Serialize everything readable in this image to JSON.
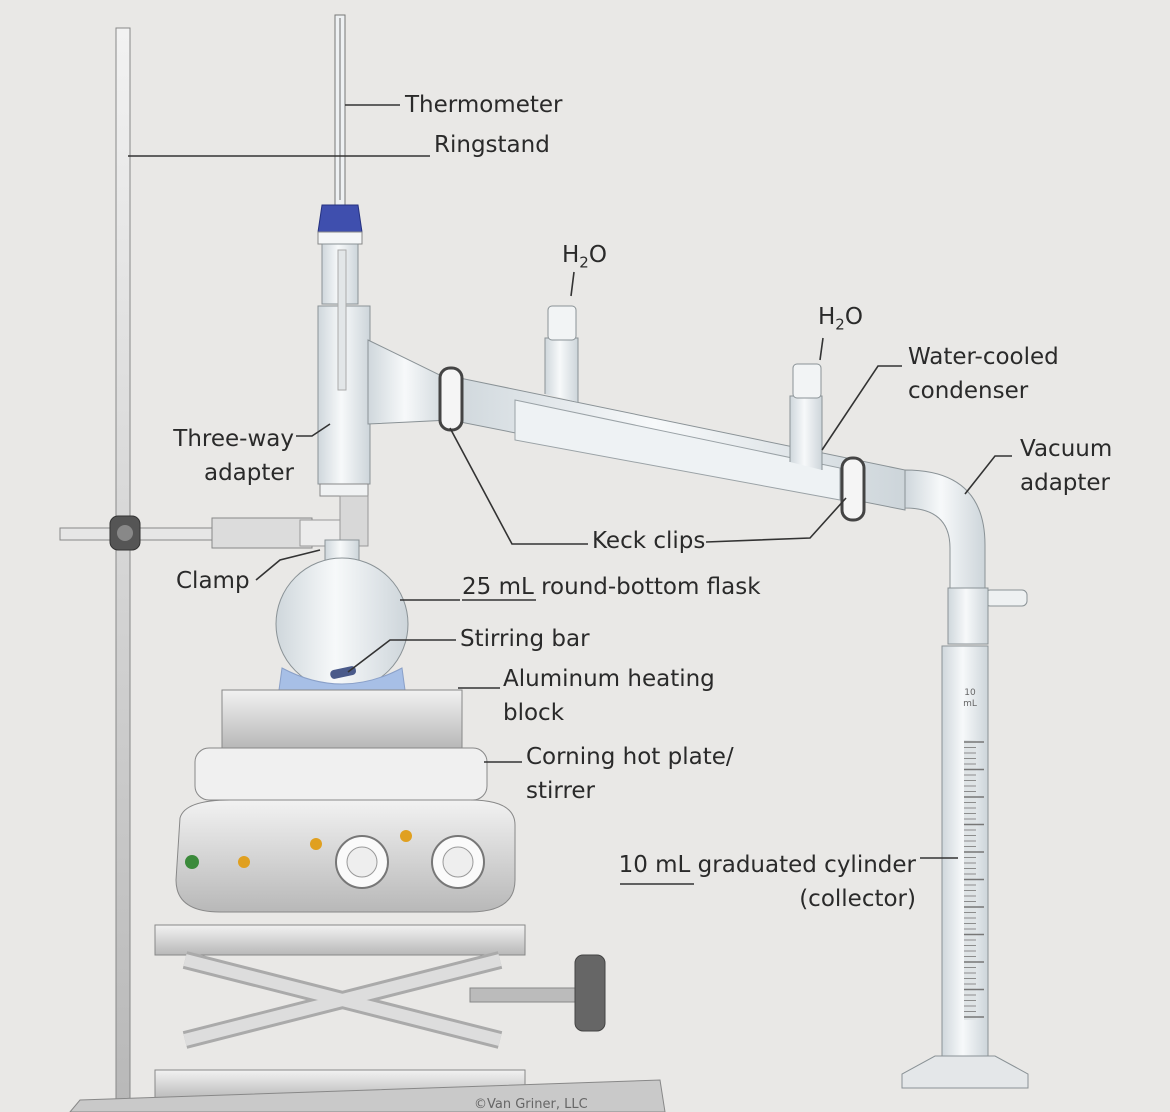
{
  "labels": {
    "thermometer": "Thermometer",
    "ringstand": "Ringstand",
    "h2o_top_left": {
      "main": "H",
      "sub": "2",
      "tail": "O"
    },
    "h2o_top_right": {
      "main": "H",
      "sub": "2",
      "tail": "O"
    },
    "water_cooled_condenser": [
      "Water-cooled",
      "condenser"
    ],
    "vacuum_adapter": [
      "Vacuum",
      "adapter"
    ],
    "three_way_adapter": [
      "Three-way",
      "adapter"
    ],
    "keck_clips": "Keck clips",
    "clamp": "Clamp",
    "round_bottom_flask": "25 mL round-bottom flask",
    "stirring_bar": "Stirring bar",
    "aluminum_heating_block": [
      "Aluminum heating",
      "block"
    ],
    "hot_plate": [
      "Corning hot plate/",
      "stirrer"
    ],
    "graduated_cylinder": [
      "10 mL graduated cylinder",
      "(collector)"
    ],
    "cylinder_marking": [
      "10",
      "mL"
    ],
    "copyright": "©Van Griner, LLC"
  }
}
